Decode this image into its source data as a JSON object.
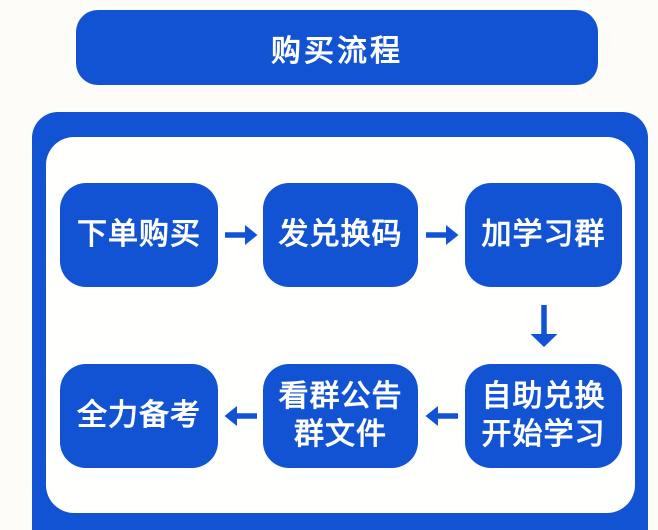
{
  "title": "购买流程",
  "colors": {
    "primary_blue": "#1153d3",
    "page_background": "#fdfcf8",
    "panel_background": "#fffffe",
    "text_color": "#ffffff"
  },
  "flow": {
    "steps": {
      "order": {
        "line1": "下单购买"
      },
      "send_code": {
        "line1": "发兑换码"
      },
      "join_group": {
        "line1": "加学习群"
      },
      "redeem": {
        "line1": "自助兑换",
        "line2": "开始学习"
      },
      "announcement": {
        "line1": "看群公告",
        "line2": "群文件"
      },
      "prepare": {
        "line1": "全力备考"
      }
    },
    "icons": {
      "right_arrow": "arrow-right-icon",
      "left_arrow": "arrow-left-icon",
      "down_arrow": "arrow-down-icon"
    }
  }
}
